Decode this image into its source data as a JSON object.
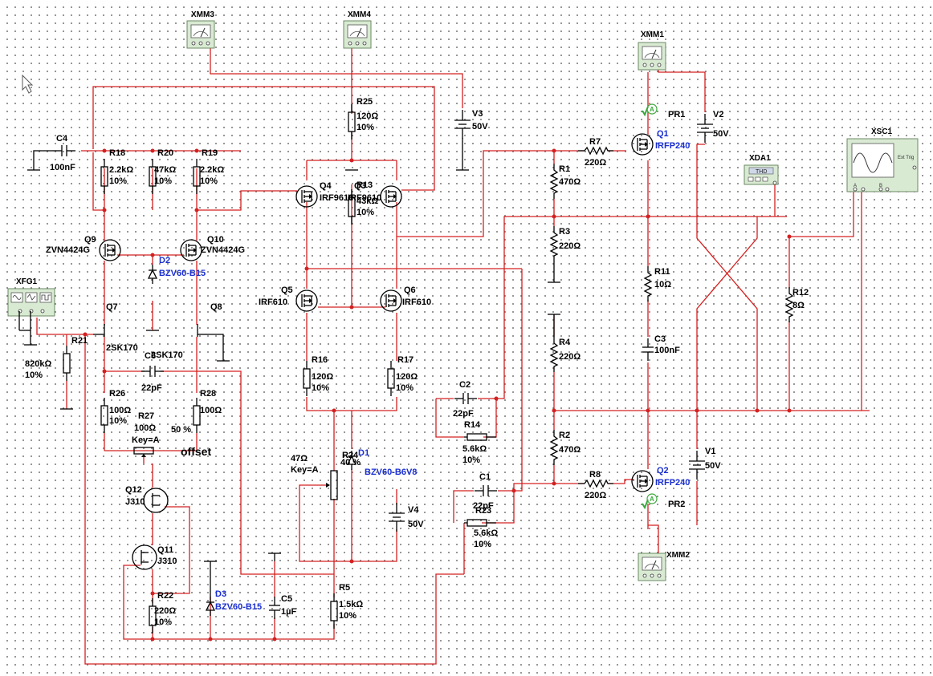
{
  "colors": {
    "wire": "#d42020",
    "part": "#000000",
    "label": "#000000",
    "semiconductor_label": "#1a2fd0",
    "probe": "#3aa83a",
    "instrument": "#d9ead3"
  },
  "instruments": [
    {
      "id": "XMM3",
      "label": "XMM3"
    },
    {
      "id": "XMM4",
      "label": "XMM4"
    },
    {
      "id": "XMM1",
      "label": "XMM1"
    },
    {
      "id": "XMM2",
      "label": "XMM2"
    },
    {
      "id": "XFG1",
      "label": "XFG1"
    },
    {
      "id": "XDA1",
      "label": "XDA1",
      "screen": "THD"
    },
    {
      "id": "XSC1",
      "label": "XSC1",
      "ext_trig": "Ext Trig",
      "ch_a": "A",
      "ch_b": "B"
    }
  ],
  "sources": [
    {
      "id": "V3",
      "name": "V3",
      "value": "50V"
    },
    {
      "id": "V2",
      "name": "V2",
      "value": "50V"
    },
    {
      "id": "V1",
      "name": "V1",
      "value": "50V"
    },
    {
      "id": "V4",
      "name": "V4",
      "value": "50V"
    }
  ],
  "probes": [
    {
      "id": "PR1",
      "name": "PR1",
      "glyph": "A"
    },
    {
      "id": "PR2",
      "name": "PR2",
      "glyph": "A"
    }
  ],
  "resistors": [
    {
      "id": "R18",
      "name": "R18",
      "value": "2.2kΩ",
      "tol": "10%"
    },
    {
      "id": "R20",
      "name": "R20",
      "value": "47kΩ",
      "tol": "10%"
    },
    {
      "id": "R19",
      "name": "R19",
      "value": "2.2kΩ",
      "tol": "10%"
    },
    {
      "id": "R25",
      "name": "R25",
      "value": "120Ω",
      "tol": "10%"
    },
    {
      "id": "R13",
      "name": "R13",
      "value": "43kΩ",
      "tol": "10%"
    },
    {
      "id": "R21",
      "name": "R21",
      "value": "820kΩ",
      "tol": "10%"
    },
    {
      "id": "R26",
      "name": "R26",
      "value": "100Ω",
      "tol": "10%"
    },
    {
      "id": "R28",
      "name": "R28",
      "value": "100Ω",
      "tol": "10%"
    },
    {
      "id": "R16",
      "name": "R16",
      "value": "120Ω",
      "tol": "10%"
    },
    {
      "id": "R17",
      "name": "R17",
      "value": "120Ω",
      "tol": "10%"
    },
    {
      "id": "R14",
      "name": "R14",
      "value": "5.6kΩ",
      "tol": "10%"
    },
    {
      "id": "R23",
      "name": "R23",
      "value": "5.6kΩ",
      "tol": "10%"
    },
    {
      "id": "R1",
      "name": "R1",
      "value": "470Ω"
    },
    {
      "id": "R3",
      "name": "R3",
      "value": "220Ω"
    },
    {
      "id": "R4",
      "name": "R4",
      "value": "220Ω"
    },
    {
      "id": "R2",
      "name": "R2",
      "value": "470Ω"
    },
    {
      "id": "R11",
      "name": "R11",
      "value": "10Ω"
    },
    {
      "id": "R12",
      "name": "R12",
      "value": "8Ω"
    },
    {
      "id": "R7",
      "name": "R7",
      "value": "220Ω"
    },
    {
      "id": "R8",
      "name": "R8",
      "value": "220Ω"
    },
    {
      "id": "R22",
      "name": "R22",
      "value": "220Ω",
      "tol": "10%"
    },
    {
      "id": "R5",
      "name": "R5",
      "value": "1.5kΩ",
      "tol": "10%"
    }
  ],
  "capacitors": [
    {
      "id": "C4",
      "name": "C4",
      "value": "100nF"
    },
    {
      "id": "C6",
      "name": "C6",
      "value": "22pF"
    },
    {
      "id": "C2",
      "name": "C2",
      "value": "22pF"
    },
    {
      "id": "C1",
      "name": "C1",
      "value": "22pF"
    },
    {
      "id": "C3",
      "name": "C3",
      "value": "100nF"
    },
    {
      "id": "C5",
      "name": "C5",
      "value": "1µF"
    }
  ],
  "potentiometers": [
    {
      "id": "R27",
      "name": "R27",
      "value": "100Ω",
      "key": "Key=A",
      "pct": "50 %",
      "note": "offset"
    },
    {
      "id": "R24",
      "name": "R24",
      "value": "47Ω",
      "key": "Key=A",
      "pct": "40 %"
    }
  ],
  "transistors": [
    {
      "id": "Q9",
      "name": "Q9",
      "part": "ZVN4424G"
    },
    {
      "id": "Q10",
      "name": "Q10",
      "part": "ZVN4424G"
    },
    {
      "id": "Q7",
      "name": "Q7",
      "part": "2SK170"
    },
    {
      "id": "Q8",
      "name": "Q8",
      "part": "2SK170"
    },
    {
      "id": "Q4",
      "name": "Q4",
      "part": "IRF9610"
    },
    {
      "id": "Q3",
      "name": "Q3",
      "part": "IRF9610"
    },
    {
      "id": "Q5",
      "name": "Q5",
      "part": "IRF610"
    },
    {
      "id": "Q6",
      "name": "Q6",
      "part": "IRF610"
    },
    {
      "id": "Q1",
      "name": "Q1",
      "part": "IRFP240"
    },
    {
      "id": "Q2",
      "name": "Q2",
      "part": "IRFP240"
    },
    {
      "id": "Q12",
      "name": "Q12",
      "part": "J310"
    },
    {
      "id": "Q11",
      "name": "Q11",
      "part": "J310"
    }
  ],
  "diodes": [
    {
      "id": "D2",
      "name": "D2",
      "part": "BZV60-B15"
    },
    {
      "id": "D1",
      "name": "D1",
      "part": "BZV60-B6V8"
    },
    {
      "id": "D3",
      "name": "D3",
      "part": "BZV60-B15"
    }
  ]
}
